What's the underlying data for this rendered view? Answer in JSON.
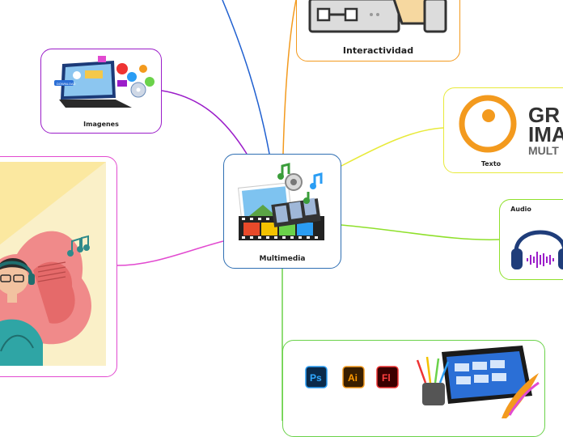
{
  "center": {
    "label": "Multimedia",
    "color": "#2f6fb3"
  },
  "branches": [
    {
      "id": "interactividad",
      "label": "Interactividad",
      "color": "#f39a1e"
    },
    {
      "id": "texto",
      "label": "Texto",
      "color": "#e8ea3a"
    },
    {
      "id": "audio",
      "label": "Audio",
      "color": "#8fe02b"
    },
    {
      "id": "imagenes",
      "label": "Imagenes",
      "color": "#9b1dc9"
    },
    {
      "id": "animacion",
      "label": "",
      "color": "#e24ad0"
    },
    {
      "id": "software",
      "label": "",
      "color": "#6bd24a"
    }
  ],
  "texto_logo": {
    "line1": "GR",
    "line2": "IMA",
    "line3": "MULT"
  },
  "software_icons": [
    "Ps",
    "Ai",
    "Fl"
  ],
  "laptop_badge": "DOWNLOAD"
}
